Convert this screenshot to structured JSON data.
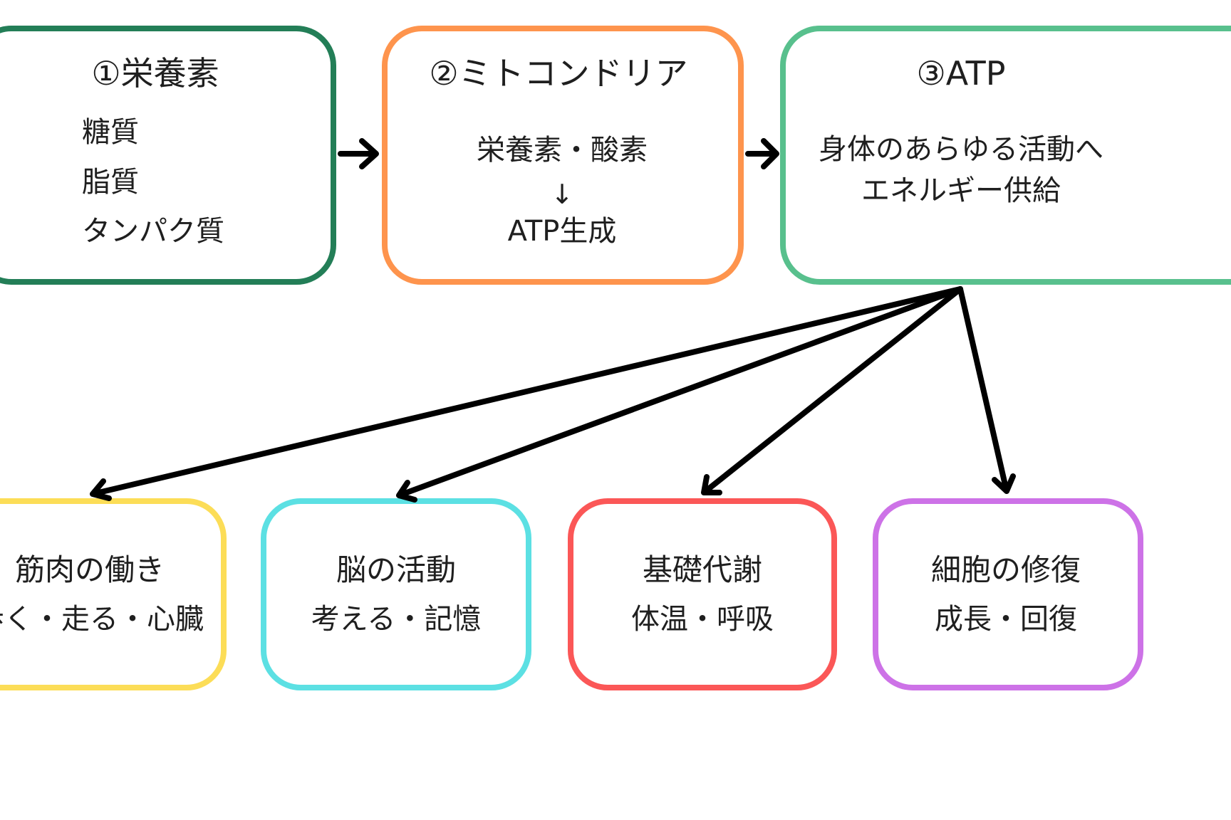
{
  "colors": {
    "nutrients": "#237e57",
    "mitochondria": "#fe944d",
    "atp": "#58c08d",
    "muscle": "#fcdd57",
    "brain": "#5ce0e3",
    "metabolism": "#fb5757",
    "repair": "#cd72e7",
    "arrow": "#000000"
  },
  "nutrients": {
    "title": "①栄養素",
    "items": [
      "糖質",
      "脂質",
      "タンパク質"
    ]
  },
  "mitochondria": {
    "title": "②ミトコンドリア",
    "input": "栄養素・酸素",
    "arrow": "↓",
    "output": "ATP生成"
  },
  "atp": {
    "title": "③ATP",
    "line1": "身体のあらゆる活動へ",
    "line2": "エネルギー供給"
  },
  "uses": [
    {
      "title": "筋肉の働き",
      "detail": "歩く・走る・心臓"
    },
    {
      "title": "脳の活動",
      "detail": "考える・記憶"
    },
    {
      "title": "基礎代謝",
      "detail": "体温・呼吸"
    },
    {
      "title": "細胞の修復",
      "detail": "成長・回復"
    }
  ]
}
